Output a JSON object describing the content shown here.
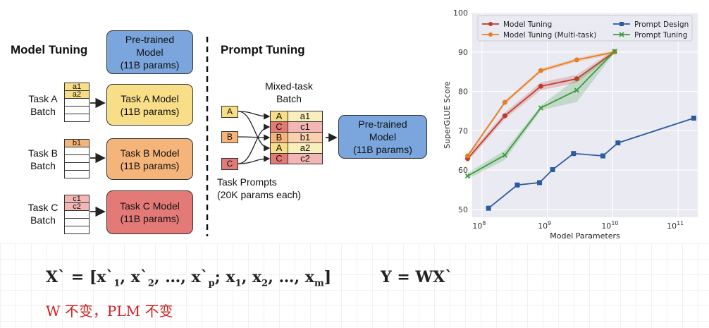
{
  "left_diagram": {
    "model_tuning_title": "Model Tuning",
    "pretrained_box": {
      "line1": "Pre-trained",
      "line2": "Model",
      "line3": "(11B params)"
    },
    "tasks": [
      {
        "label1": "Task A",
        "label2": "Batch",
        "cells": [
          "a1",
          "a2"
        ],
        "model1": "Task A Model",
        "model2": "(11B params)",
        "color": "#f8de86",
        "cell_color": "#f8de86"
      },
      {
        "label1": "Task B",
        "label2": "Batch",
        "cells": [
          "b1"
        ],
        "model1": "Task B Model",
        "model2": "(11B params)",
        "color": "#f5b57a",
        "cell_color": "#f5b57a"
      },
      {
        "label1": "Task C",
        "label2": "Batch",
        "cells": [
          "c1",
          "c2"
        ],
        "model1": "Task C Model",
        "model2": "(11B params)",
        "color": "#e37a78",
        "cell_color": "#f2b6b4"
      }
    ]
  },
  "prompt_diagram": {
    "title": "Prompt Tuning",
    "mixed_label1": "Mixed-task",
    "mixed_label2": "Batch",
    "prompts": [
      "A",
      "B",
      "C"
    ],
    "batch_rows": [
      [
        "A",
        "a1"
      ],
      [
        "C",
        "c1"
      ],
      [
        "B",
        "b1"
      ],
      [
        "A",
        "a2"
      ],
      [
        "C",
        "c2"
      ]
    ],
    "pretrained_box": {
      "line1": "Pre-trained",
      "line2": "Model",
      "line3": "(11B params)"
    },
    "task_prompts1": "Task Prompts",
    "task_prompts2": "(20K params each)"
  },
  "chart_data": {
    "type": "line",
    "ylabel": "SuperGLUE Score",
    "xlabel": "Model Parameters",
    "xscale": "log",
    "xlim_log10": [
      7.85,
      11.3
    ],
    "ylim": [
      48,
      100
    ],
    "yticks": [
      50,
      60,
      70,
      80,
      90,
      100
    ],
    "xticks": [
      {
        "value": 8,
        "base": "10",
        "exp": "8"
      },
      {
        "value": 9,
        "base": "10",
        "exp": "9"
      },
      {
        "value": 10,
        "base": "10",
        "exp": "10"
      },
      {
        "value": 11,
        "base": "10",
        "exp": "11"
      }
    ],
    "grid": true,
    "legend_placement": "top",
    "series": [
      {
        "name": "Model Tuning",
        "color": "#c0392b",
        "marker": "circle",
        "log10_x": [
          7.78,
          8.35,
          8.9,
          9.45,
          10.03
        ],
        "y": [
          62.9,
          73.8,
          81.3,
          83.2,
          90.1
        ],
        "band": [
          0.8,
          0.8,
          1.0,
          1.0,
          0.5
        ]
      },
      {
        "name": "Model Tuning (Multi-task)",
        "color": "#e67e22",
        "marker": "circle",
        "log10_x": [
          7.78,
          8.35,
          8.9,
          9.45,
          10.03
        ],
        "y": [
          63.6,
          77.2,
          85.3,
          88.0,
          90.0
        ],
        "band": [
          0.5,
          0.5,
          0.5,
          0.5,
          0.5
        ]
      },
      {
        "name": "Prompt Design",
        "color": "#2c5aa0",
        "marker": "square",
        "log10_x": [
          8.1,
          8.54,
          8.88,
          9.08,
          9.4,
          9.85,
          10.08,
          11.24
        ],
        "y": [
          50.3,
          56.2,
          56.8,
          60.1,
          64.2,
          63.6,
          66.9,
          73.2
        ],
        "band": [
          0,
          0,
          0,
          0,
          0,
          0,
          0,
          0
        ]
      },
      {
        "name": "Prompt Tuning",
        "color": "#3a9d3a",
        "marker": "x",
        "log10_x": [
          7.78,
          8.35,
          8.9,
          9.45,
          10.03
        ],
        "y": [
          58.5,
          63.8,
          75.8,
          80.3,
          90.2
        ],
        "band": [
          0.8,
          1.2,
          0.6,
          3.0,
          0.3
        ]
      }
    ]
  },
  "formula": {
    "lhs": "X` = [x`",
    "sub1": "1",
    "p2": ", x`",
    "sub2": "2",
    "p3": ", …, x`",
    "subp": "p",
    "p4": "; x",
    "sub4": "1",
    "p5": ", x",
    "sub5": "2",
    "p6": ", …, x",
    "subm": "m",
    "p7": "]",
    "rhs": "Y = WX`"
  },
  "note": "W 不变，PLM 不变"
}
